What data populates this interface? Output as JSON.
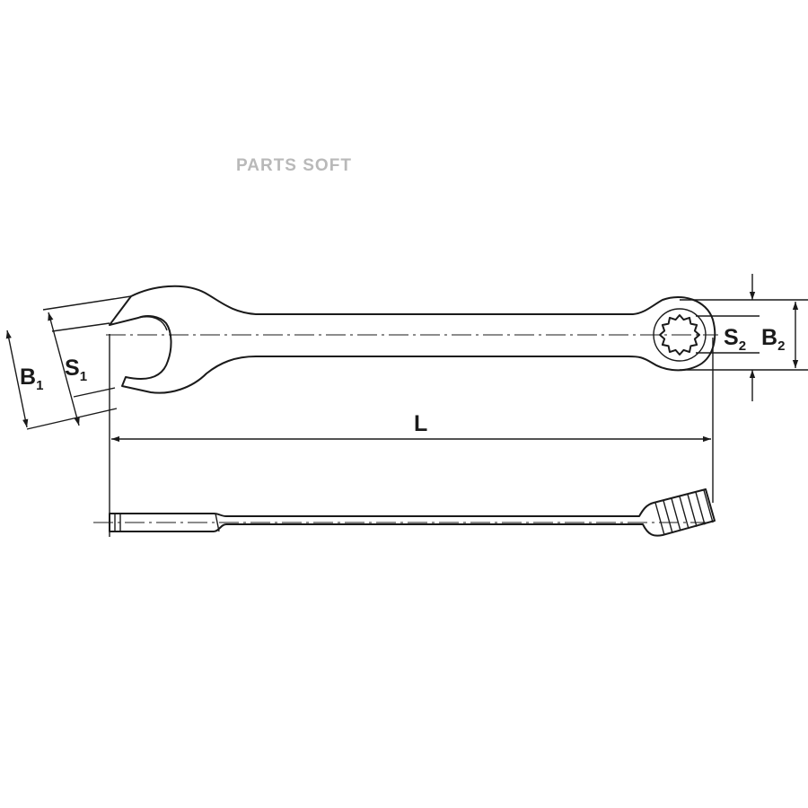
{
  "watermark": "PARTS SOFT",
  "dimensions": {
    "b1": {
      "main": "B",
      "sub": "1"
    },
    "s1": {
      "main": "S",
      "sub": "1"
    },
    "s2": {
      "main": "S",
      "sub": "2"
    },
    "b2": {
      "main": "B",
      "sub": "2"
    },
    "l": {
      "main": "L"
    }
  },
  "colors": {
    "line": "#1a1a1a",
    "watermark": "#b9b9b9",
    "background": "#ffffff"
  }
}
